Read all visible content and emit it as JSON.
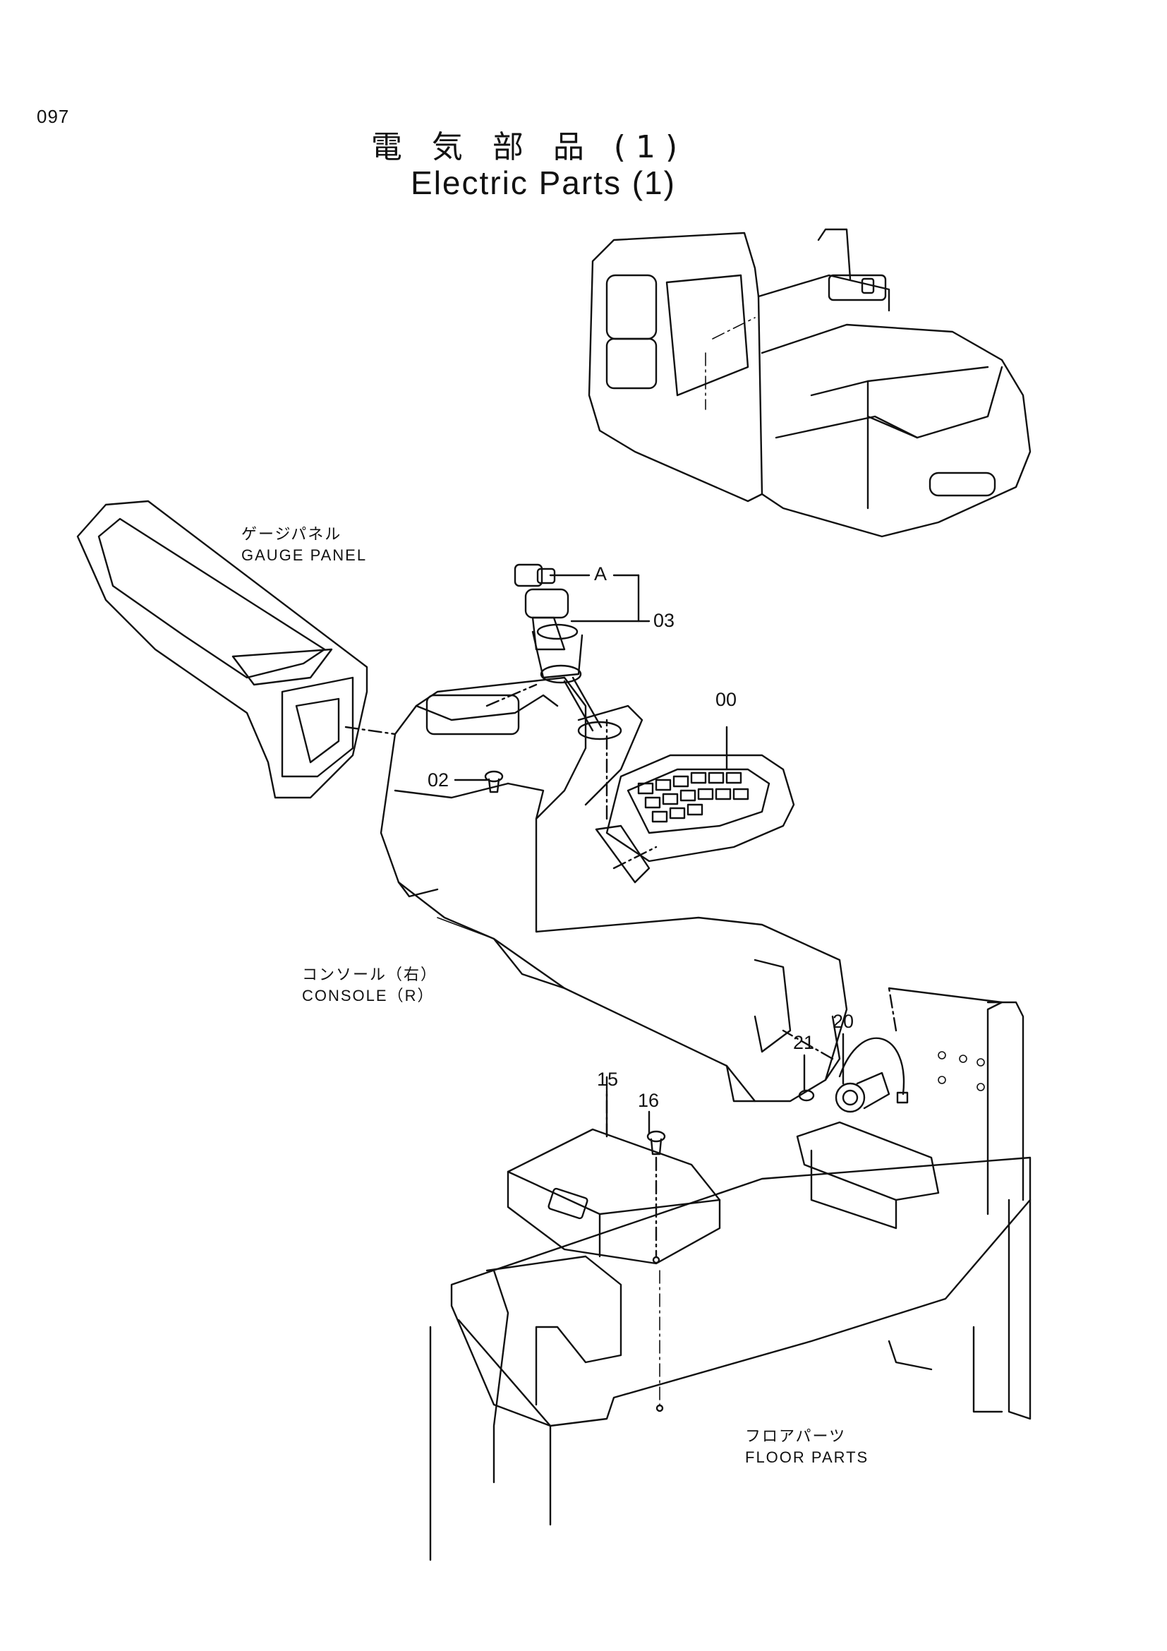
{
  "page_number": "097",
  "title": {
    "japanese": "電 気 部 品 (1)",
    "english": "Electric Parts (1)"
  },
  "parts_labels": {
    "gauge_panel_jp": "ゲージパネル",
    "gauge_panel_en": "GAUGE PANEL",
    "console_jp": "コンソール（右）",
    "console_en": "CONSOLE（R）",
    "floor_parts_jp": "フロアパーツ",
    "floor_parts_en": "FLOOR PARTS"
  },
  "callouts": {
    "c00": "00",
    "c02": "02",
    "c03": "03",
    "cA": "A",
    "c15": "15",
    "c16": "16",
    "c20": "20",
    "c21": "21"
  }
}
